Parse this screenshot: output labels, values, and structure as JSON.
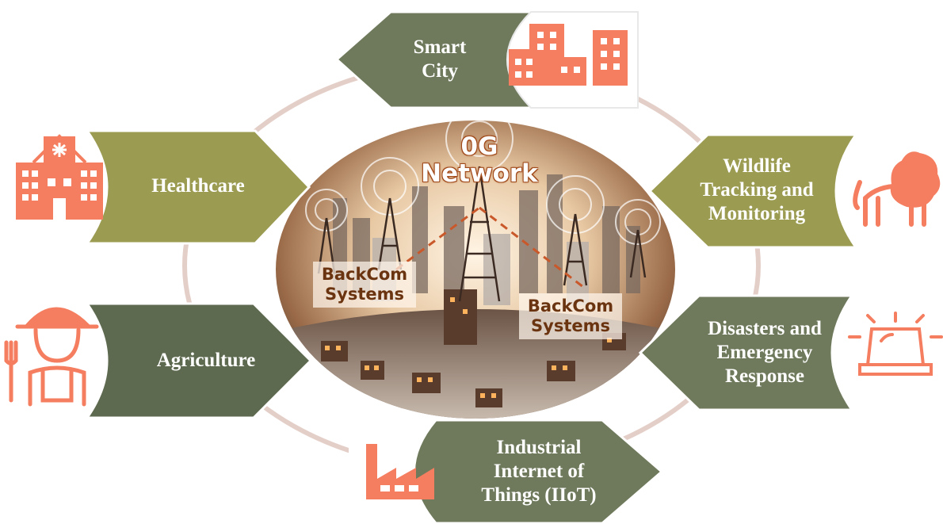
{
  "hub": {
    "title": "0G\nNetwork",
    "system_left": "BackCom\nSystems",
    "system_right": "BackCom\nSystems"
  },
  "applications": {
    "smart_city": "Smart\nCity",
    "healthcare": "Healthcare",
    "wildlife": "Wildlife\nTracking and\nMonitoring",
    "agriculture": "Agriculture",
    "disasters": "Disasters and\nEmergency\nResponse",
    "iiot": "Industrial\nInternet of\nThings (IIoT)"
  },
  "icons": {
    "smart_city": "city-buildings-icon",
    "healthcare": "hospital-icon",
    "wildlife": "lion-icon",
    "agriculture": "farmer-icon",
    "disasters": "emergency-siren-icon",
    "iiot": "factory-icon"
  },
  "colors": {
    "olive": "#9b9b52",
    "dark_olive": "#5d6a50",
    "mid_olive": "#6f7a5c",
    "icon": "#f47e5f",
    "ring": "#e4cfc8"
  }
}
